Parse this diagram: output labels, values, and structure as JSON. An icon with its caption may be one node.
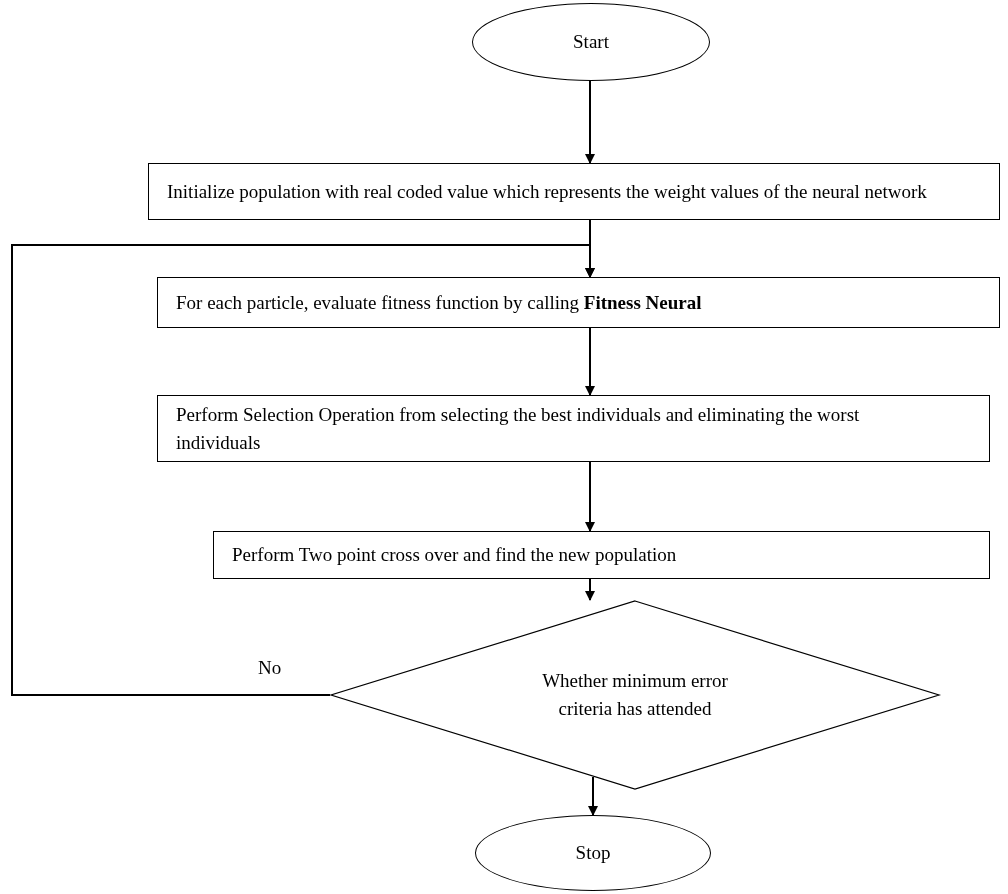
{
  "diagram": {
    "nodes": [
      {
        "text": [
          "Start"
        ]
      },
      {
        "text": [
          "Initialize population with real coded value which represents the weight values of the neural network"
        ]
      },
      {
        "text": [
          "For each particle, evaluate fitness function by calling **Fitness Neural**"
        ]
      },
      {
        "text": [
          "Perform Selection Operation from selecting the best individuals and eliminating the worst individuals"
        ]
      },
      {
        "text": [
          "Perform Two point cross over and find the new population"
        ]
      },
      {
        "text": [
          "Whether minimum error criteria has attended"
        ]
      },
      {
        "text": [
          "Stop"
        ]
      }
    ],
    "edges": [
      {
        "from": 0,
        "to": 1,
        "arrow": "to"
      },
      {
        "from": 1,
        "to": 2,
        "arrow": "to"
      },
      {
        "from": 2,
        "to": 3,
        "arrow": "to"
      },
      {
        "from": 3,
        "to": 4,
        "arrow": "to"
      },
      {
        "from": 4,
        "to": 5,
        "arrow": "to"
      },
      {
        "from": 5,
        "to": 2,
        "arrow": "to",
        "label": "No"
      },
      {
        "from": 5,
        "to": 6,
        "arrow": "to"
      }
    ]
  }
}
